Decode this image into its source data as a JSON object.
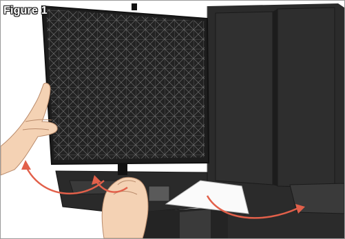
{
  "figure": {
    "label": "Figure 1"
  },
  "colors": {
    "panel_dark": "#2a2a2a",
    "foam": "#232323",
    "mesh_line": "#6f6f6f",
    "case": "#262626",
    "skin": "#f4d2b4",
    "skin_outline": "#b98a6a",
    "arrow": "#e2604a",
    "paper": "#fafafa"
  },
  "icons": {
    "arrows": [
      "curved-arrow-left-up",
      "curved-arrow-right-down"
    ]
  }
}
